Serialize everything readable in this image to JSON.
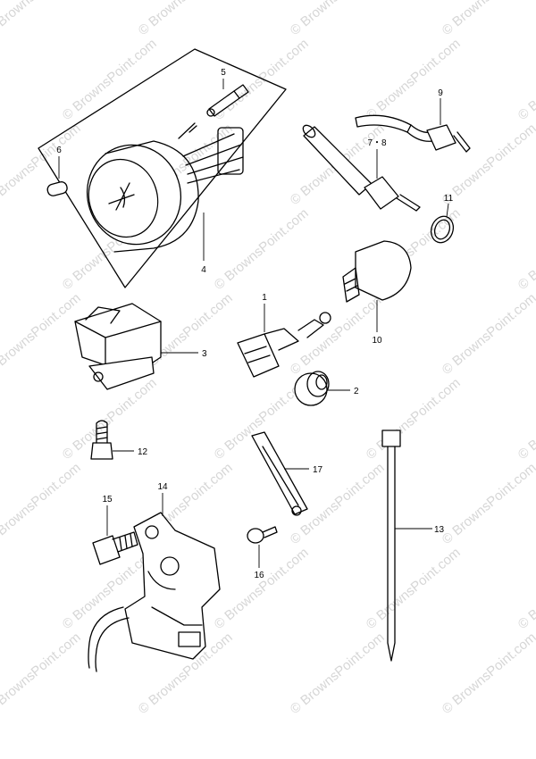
{
  "watermark": "© BrownsPoint.com",
  "callouts": {
    "c1": "1",
    "c2": "2",
    "c3": "3",
    "c4": "4",
    "c5": "5",
    "c6": "6",
    "c78": "7・8",
    "c9": "9",
    "c10": "10",
    "c11": "11",
    "c12": "12",
    "c13": "13",
    "c14": "14",
    "c15": "15",
    "c16": "16",
    "c17": "17"
  }
}
